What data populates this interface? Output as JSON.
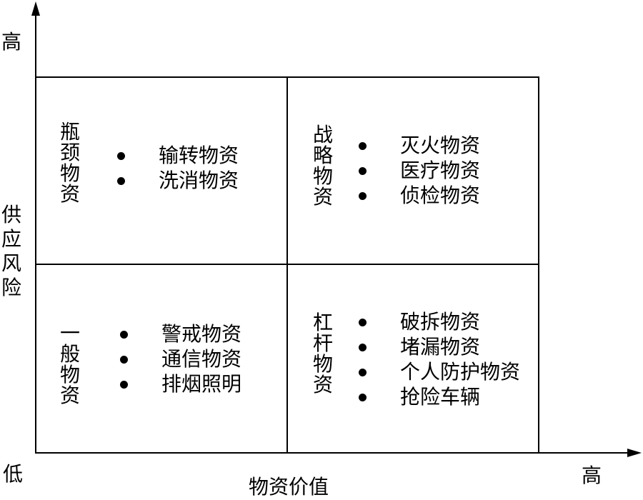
{
  "y_axis": {
    "high_label": "高",
    "title": "供应风险"
  },
  "x_axis": {
    "low_label": "低",
    "high_label": "高",
    "title": "物资价值"
  },
  "quadrants": {
    "top_left": {
      "name": "瓶颈物资",
      "items": [
        "输转物资",
        "洗消物资"
      ]
    },
    "top_right": {
      "name": "战略物资",
      "items": [
        "灭火物资",
        "医疗物资",
        "侦检物资"
      ]
    },
    "bottom_left": {
      "name": "一般物资",
      "items": [
        "警戒物资",
        "通信物资",
        "排烟照明"
      ]
    },
    "bottom_right": {
      "name": "杠杆物资",
      "items": [
        "破拆物资",
        "堵漏物资",
        "个人防护物资",
        "抢险车辆"
      ]
    }
  }
}
